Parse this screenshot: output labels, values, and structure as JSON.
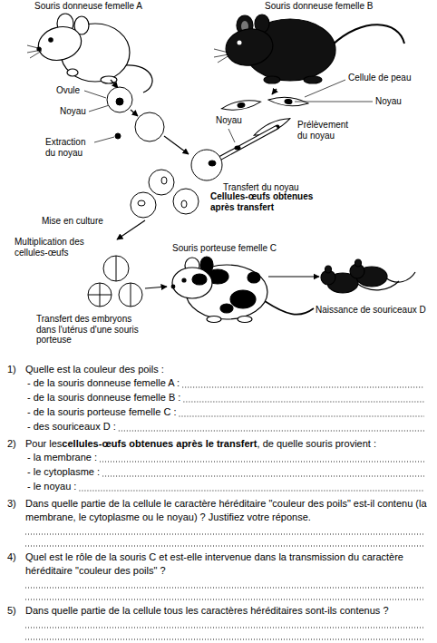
{
  "diagram": {
    "labels": [
      "Souris donneuse femelle A",
      "Souris donneuse femelle B",
      "Cellule de peau",
      "Noyau",
      "Ovule",
      "Noyau",
      "Prélèvement du noyau",
      "Noyau",
      "Extraction du noyau",
      "Transfert du noyau",
      "Cellules-œufs obtenues après transfert",
      "Mise en culture",
      "Multiplication des cellules-œufs",
      "Souris porteuse femelle C",
      "Transfert des embryons dans l'utérus d'une souris porteuse",
      "Naissance de souriceaux D",
      "1)",
      "Quelle est la couleur des poils :",
      "- de la souris donneuse femelle A :",
      "- de la souris donneuse femelle B :",
      "- de la souris porteuse femelle C :",
      "- des souriceaux D :",
      "2)",
      "Pour les",
      "cellules-œufs obtenues après le transfert",
      ", de quelle souris provient :",
      "- la membrane :",
      "- le cytoplasme :",
      "- le noyau :",
      "3)",
      "Dans quelle partie de la cellule le caractère héréditaire \"couleur des poils\" est-il contenu (la membrane, le cytoplasme ou le noyau) ? Justifiez votre réponse.",
      "4)",
      "Quel est le rôle de la souris C et est-elle intervenue dans la transmission du caractère héréditaire \"couleur des poils\" ?",
      "5)",
      "Dans quelle partie de la cellule tous les caractères héréditaires sont-ils contenus ?"
    ]
  }
}
